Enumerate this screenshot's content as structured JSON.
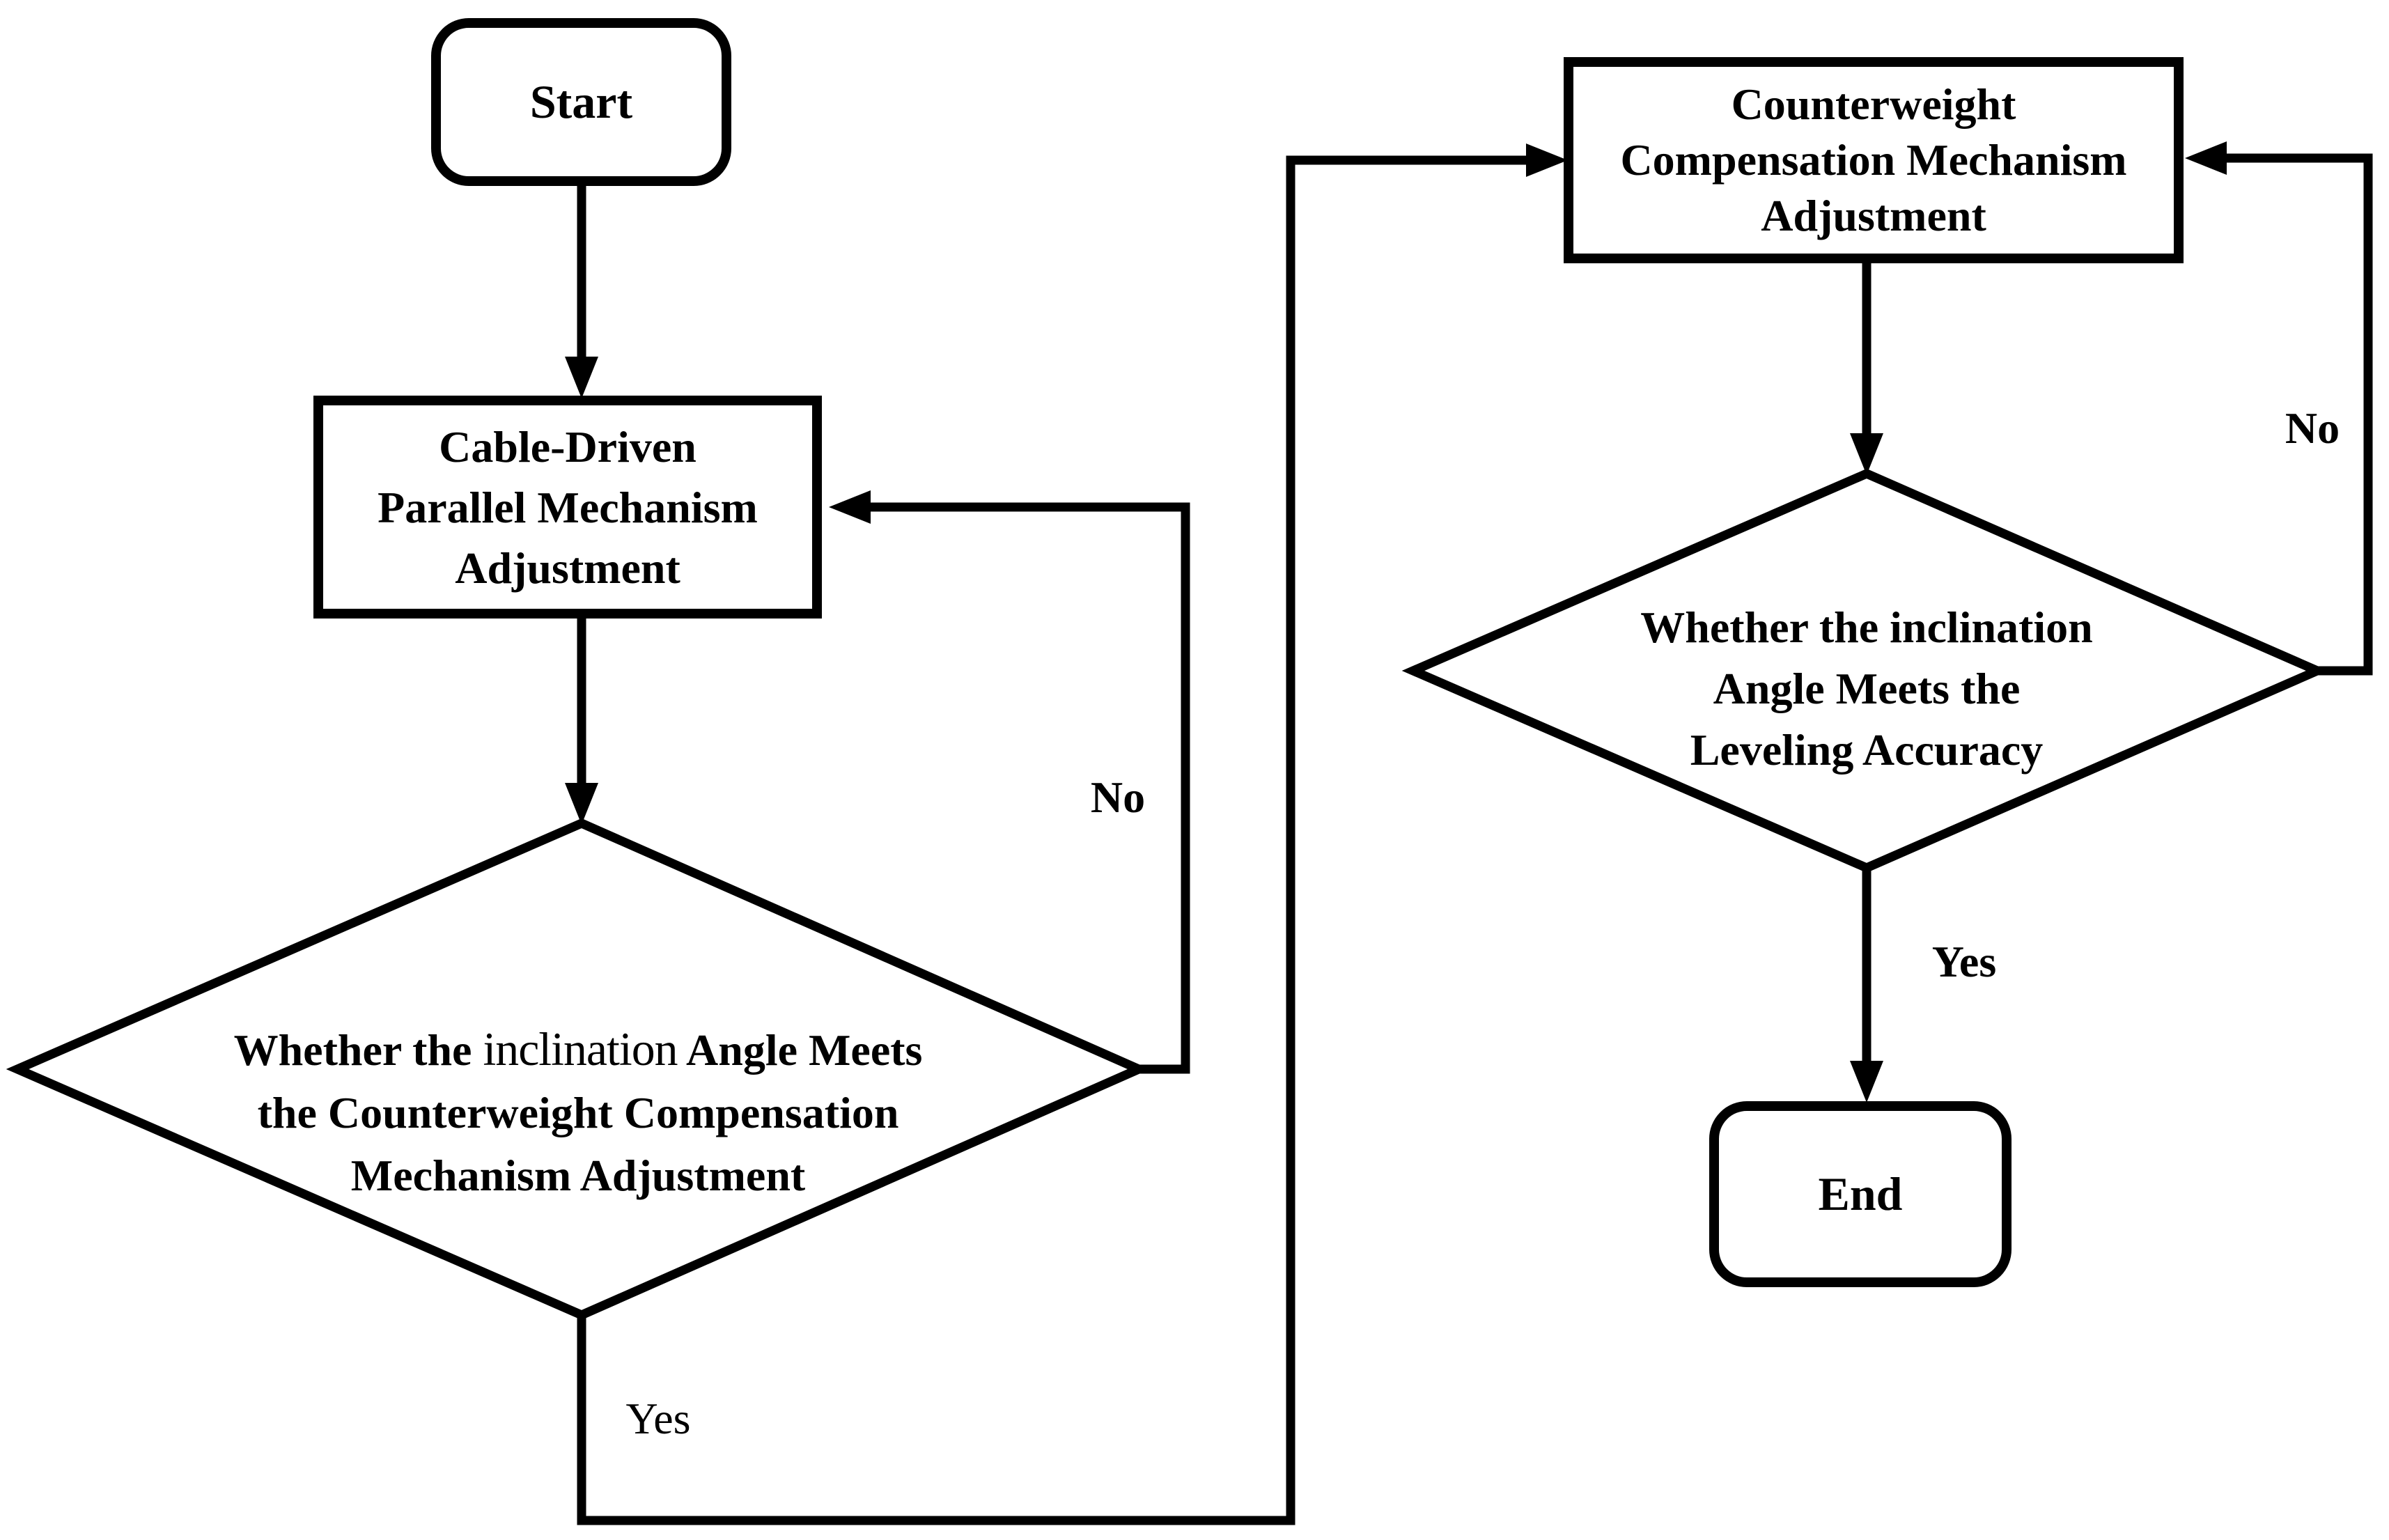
{
  "colors": {
    "line": "#000000",
    "background": "#ffffff",
    "text": "#000000"
  },
  "nodes": {
    "start": {
      "label": "Start"
    },
    "cable": {
      "lines": [
        "Cable-Driven",
        "Parallel Mechanism",
        "Adjustment"
      ]
    },
    "decision1": {
      "line1_prefix": "Whether the ",
      "line1_em": "inclination",
      "line1_suffix": " Angle Meets",
      "line2": "the Counterweight Compensation",
      "line3": "Mechanism Adjustment"
    },
    "counterweight": {
      "lines": [
        "Counterweight",
        "Compensation Mechanism",
        "Adjustment"
      ]
    },
    "decision2": {
      "lines": [
        "Whether the inclination",
        "Angle Meets the",
        "Leveling Accuracy"
      ]
    },
    "end": {
      "label": "End"
    }
  },
  "labels": {
    "decision1_no": "No",
    "decision1_yes": "Yes",
    "decision2_no": "No",
    "decision2_yes": "Yes"
  }
}
